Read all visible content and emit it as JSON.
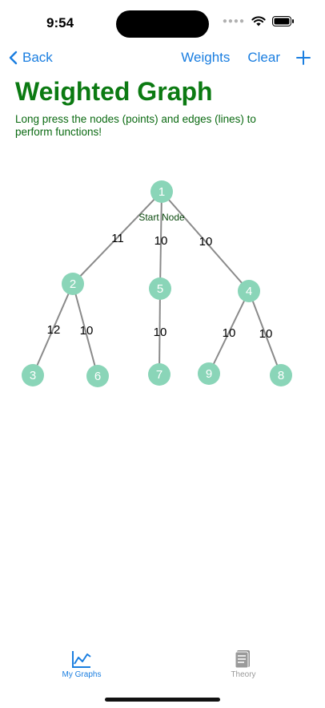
{
  "status": {
    "time": "9:54"
  },
  "nav": {
    "back_label": "Back",
    "weights_label": "Weights",
    "clear_label": "Clear"
  },
  "page": {
    "title": "Weighted Graph",
    "subtitle": "Long press the nodes (points) and edges (lines) to perform functions!"
  },
  "graph": {
    "start_label": "Start Node",
    "nodes": [
      "1",
      "2",
      "5",
      "4",
      "3",
      "6",
      "7",
      "9",
      "8"
    ],
    "edges": [
      {
        "from": "1",
        "to": "2",
        "weight": "11"
      },
      {
        "from": "1",
        "to": "5",
        "weight": "10"
      },
      {
        "from": "1",
        "to": "4",
        "weight": "10"
      },
      {
        "from": "2",
        "to": "3",
        "weight": "12"
      },
      {
        "from": "2",
        "to": "6",
        "weight": "10"
      },
      {
        "from": "5",
        "to": "7",
        "weight": "10"
      },
      {
        "from": "4",
        "to": "9",
        "weight": "10"
      },
      {
        "from": "4",
        "to": "8",
        "weight": "10"
      }
    ]
  },
  "tabs": [
    {
      "label": "My Graphs",
      "icon": "chart-line-icon"
    },
    {
      "label": "Theory",
      "icon": "book-icon"
    }
  ],
  "colors": {
    "accent": "#1a7ee0",
    "title": "#0b7a12",
    "node": "#8ad5b8",
    "edge": "#8a8a8a"
  }
}
